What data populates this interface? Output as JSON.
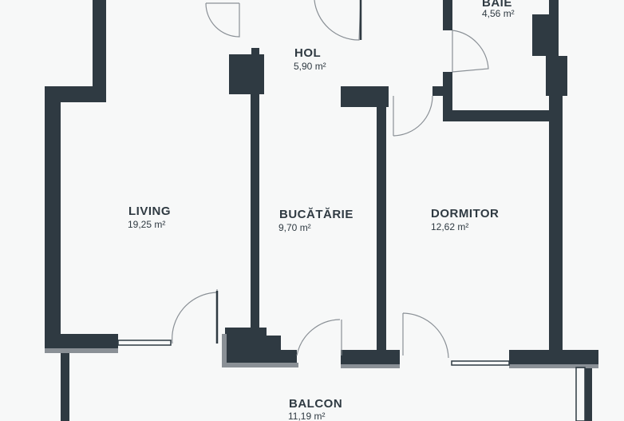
{
  "rooms": [
    {
      "id": "baie",
      "name": "BAIE",
      "area": "4,56 m²"
    },
    {
      "id": "hol",
      "name": "HOL",
      "area": "5,90 m²"
    },
    {
      "id": "living",
      "name": "LIVING",
      "area": "19,25 m²"
    },
    {
      "id": "bucatarie",
      "name": "BUCĂTĂRIE",
      "area": "9,70 m²"
    },
    {
      "id": "dormitor",
      "name": "DORMITOR",
      "area": "12,62 m²"
    },
    {
      "id": "balcon",
      "name": "BALCON",
      "area": "11,19 m²"
    }
  ],
  "colors": {
    "wall": "#2f3a42",
    "wall_shadow": "#8a9096",
    "background": "#f7f8f8",
    "door_line": "#8a9096"
  }
}
